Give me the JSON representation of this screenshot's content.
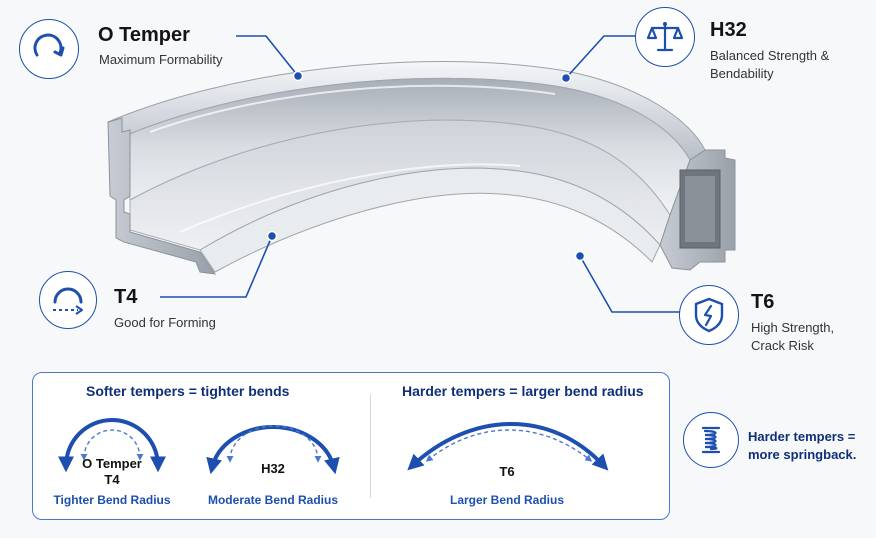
{
  "callouts": {
    "o_temper": {
      "title": "O Temper",
      "subtitle": "Maximum Formability",
      "icon": "curved-arrow-icon"
    },
    "h32": {
      "title": "H32",
      "subtitle_line1": "Balanced Strength &",
      "subtitle_line2": "Bendability",
      "icon": "balance-scale-icon"
    },
    "t4": {
      "title": "T4",
      "subtitle": "Good for Forming",
      "icon": "arc-dashed-arrow-icon"
    },
    "t6": {
      "title": "T6",
      "subtitle_line1": "High Strength,",
      "subtitle_line2": "Crack Risk",
      "icon": "cracked-shield-icon"
    }
  },
  "panel": {
    "left_heading": "Softer tempers = tighter bends",
    "right_heading": "Harder tempers = larger bend radius",
    "bends": [
      {
        "center_line1": "O Temper",
        "center_line2": "T4",
        "label": "Tighter Bend Radius"
      },
      {
        "center_line1": "H32",
        "label": "Moderate Bend Radius"
      },
      {
        "center_line1": "T6",
        "label": "Larger Bend Radius"
      }
    ]
  },
  "springback": {
    "line1": "Harder tempers =",
    "line2": "more springback.",
    "icon": "spring-icon"
  },
  "colors": {
    "accent": "#1d4fb0",
    "heading": "#0f2f7a",
    "metal_light": "#e6e9ee",
    "metal_dark": "#8d939c"
  }
}
